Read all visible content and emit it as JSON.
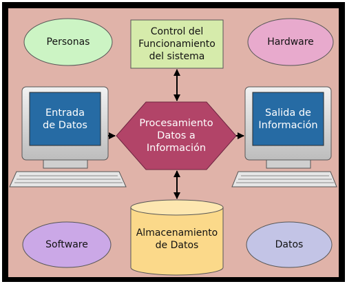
{
  "diagram": {
    "nodes": {
      "personas": "Personas",
      "control": "Control del\nFuncionamiento\ndel sistema",
      "hardware": "Hardware",
      "entrada": "Entrada\nde Datos",
      "procesamiento": "Procesamiento\nDatos a\nInformación",
      "salida": "Salida de\nInformación",
      "software": "Software",
      "almacenamiento": "Almacenamiento\nde Datos",
      "datos": "Datos"
    },
    "colors": {
      "background": "#e0b3a9",
      "frame": "#000000",
      "personas_fill": "#ccf4c4",
      "control_fill": "#d6ebab",
      "hardware_fill": "#e8aacd",
      "monitor_screen": "#266ba4",
      "monitor_body": "#d9d9d9",
      "process_fill": "#b24468",
      "software_fill": "#cba8e7",
      "cylinder_fill": "#fbd98a",
      "datos_fill": "#c3c4e6",
      "arrow": "#000000"
    }
  }
}
